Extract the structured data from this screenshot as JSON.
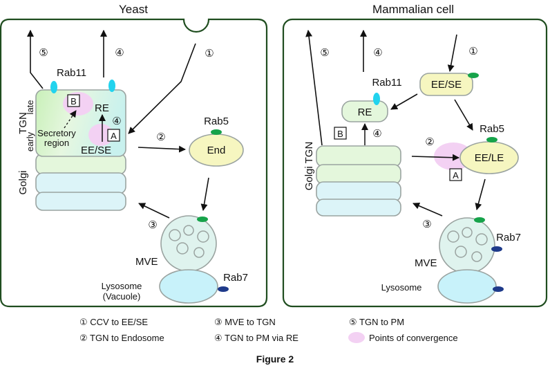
{
  "panels": {
    "yeast": {
      "title": "Yeast",
      "rab11": "Rab11",
      "rab5": "Rab5",
      "rab7": "Rab7",
      "tgn": "TGN",
      "early": "early",
      "late": "late",
      "golgi": "Golgi",
      "re": "RE",
      "eese": "EE/SE",
      "secretory_line1": "Secretory",
      "secretory_line2": "region",
      "box_a": "A",
      "box_b": "B",
      "end": "End",
      "mve": "MVE",
      "lysosome": "Lysosome",
      "vacuole": "(Vacuole)",
      "n1": "①",
      "n2": "②",
      "n3": "③",
      "n4a": "④",
      "n4b": "④",
      "n5": "⑤"
    },
    "mammal": {
      "title": "Mammalian cell",
      "rab11": "Rab11",
      "rab5": "Rab5",
      "rab7": "Rab7",
      "golgi_tgn": "Golgi  TGN",
      "re": "RE",
      "eese": "EE/SE",
      "eele": "EE/LE",
      "box_a": "A",
      "box_b": "B",
      "mve": "MVE",
      "lysosome": "Lysosome",
      "n1": "①",
      "n2": "②",
      "n3": "③",
      "n4a": "④",
      "n4b": "④",
      "n5": "⑤"
    }
  },
  "legend": {
    "item1": "① CCV to EE/SE",
    "item2": "② TGN to Endosome",
    "item3": "③ MVE to TGN",
    "item4": "④ TGN to PM via RE",
    "item5": "⑤ TGN to  PM",
    "item6": "Points of convergence"
  },
  "caption": "Figure 2",
  "colors": {
    "membrane": "#1f4d1f",
    "rab11": "#22d3ee",
    "rab5": "#16a34a",
    "rab7": "#1e3a8a",
    "convergence": "#f3d1f3",
    "endosome": "#f6f6c0",
    "golgi_green": "#e4f7dc",
    "golgi_blue": "#dcf4f8",
    "mve": "#dff3ee",
    "lysosome": "#c8f2fa"
  }
}
